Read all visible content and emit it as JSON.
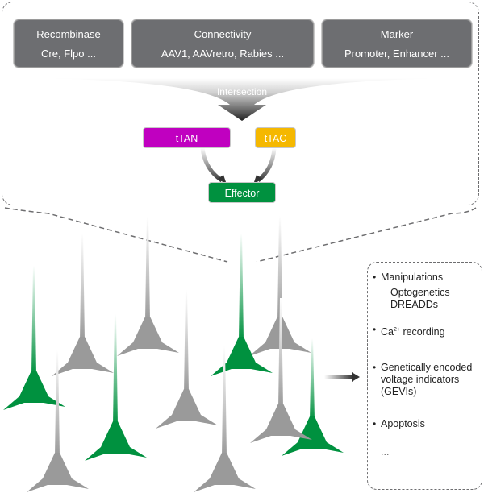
{
  "sources": [
    {
      "title": "Recombinase",
      "subtitle": "Cre, Flpo ..."
    },
    {
      "title": "Connectivity",
      "subtitle": "AAV1, AAVretro, Rabies ..."
    },
    {
      "title": "Marker",
      "subtitle": "Promoter, Enhancer ..."
    }
  ],
  "intersection_label": "Intersection",
  "transactivators": [
    {
      "label": "tTAN",
      "color": "#c000c0"
    },
    {
      "label": "tTAC",
      "color": "#f5b800"
    }
  ],
  "effector": {
    "label": "Effector",
    "color": "#00913f"
  },
  "neuron_colors": {
    "labeled": "#00913f",
    "unlabeled": "#9a9a9a"
  },
  "applications": [
    {
      "label": "Manipulations",
      "sub": [
        "Optogenetics",
        "DREADDs"
      ]
    },
    {
      "label": "Ca",
      "sup": "2+",
      "suffix": " recording"
    },
    {
      "label": "Genetically encoded",
      "sub_lines": [
        "voltage indicators",
        "(GEVIs)"
      ]
    },
    {
      "label": "Apoptosis"
    },
    {
      "label": "..."
    }
  ]
}
